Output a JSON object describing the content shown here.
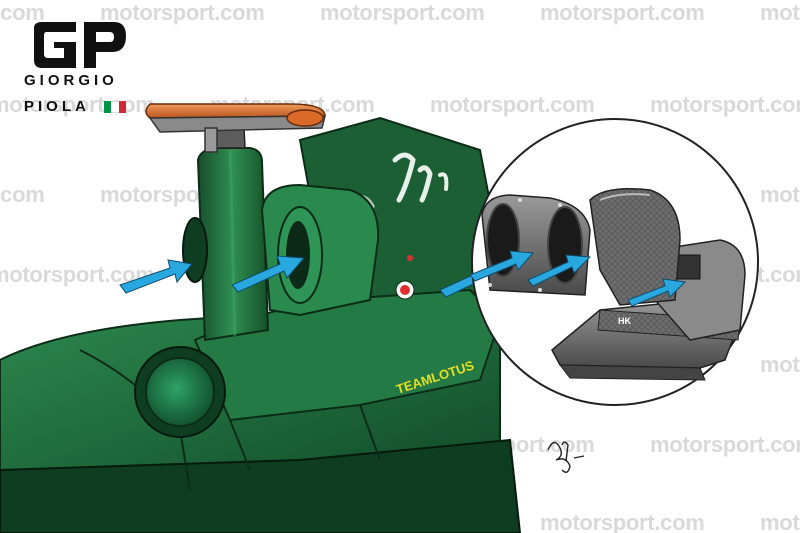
{
  "watermark": {
    "text": "motorsport.com"
  },
  "logo": {
    "line1": "GIORGIO",
    "line2": "PIOLA",
    "flag_colors": [
      "#009246",
      "#ffffff",
      "#ce2b37"
    ]
  },
  "livery": {
    "sponsor_text": "TEAMLOTUS",
    "sponsor_color": "#e5e020",
    "body_color": "#1f6b3c",
    "arrow_color": "#29a8e0",
    "periscope_color": "#e07a3a"
  },
  "inset": {
    "plate_label": "HK"
  }
}
